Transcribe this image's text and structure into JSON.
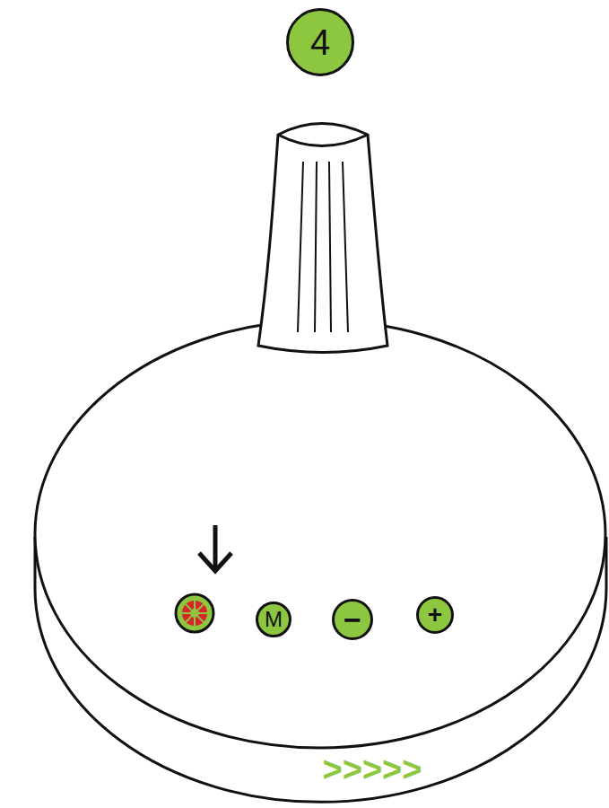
{
  "diagram": {
    "nodes": [
      {
        "text": [
          "4"
        ]
      },
      {
        "text": [
          "M"
        ]
      },
      {
        "text": [
          "−"
        ]
      },
      {
        "text": [
          "+"
        ]
      }
    ],
    "labels": [
      ">>>>>"
    ]
  }
}
